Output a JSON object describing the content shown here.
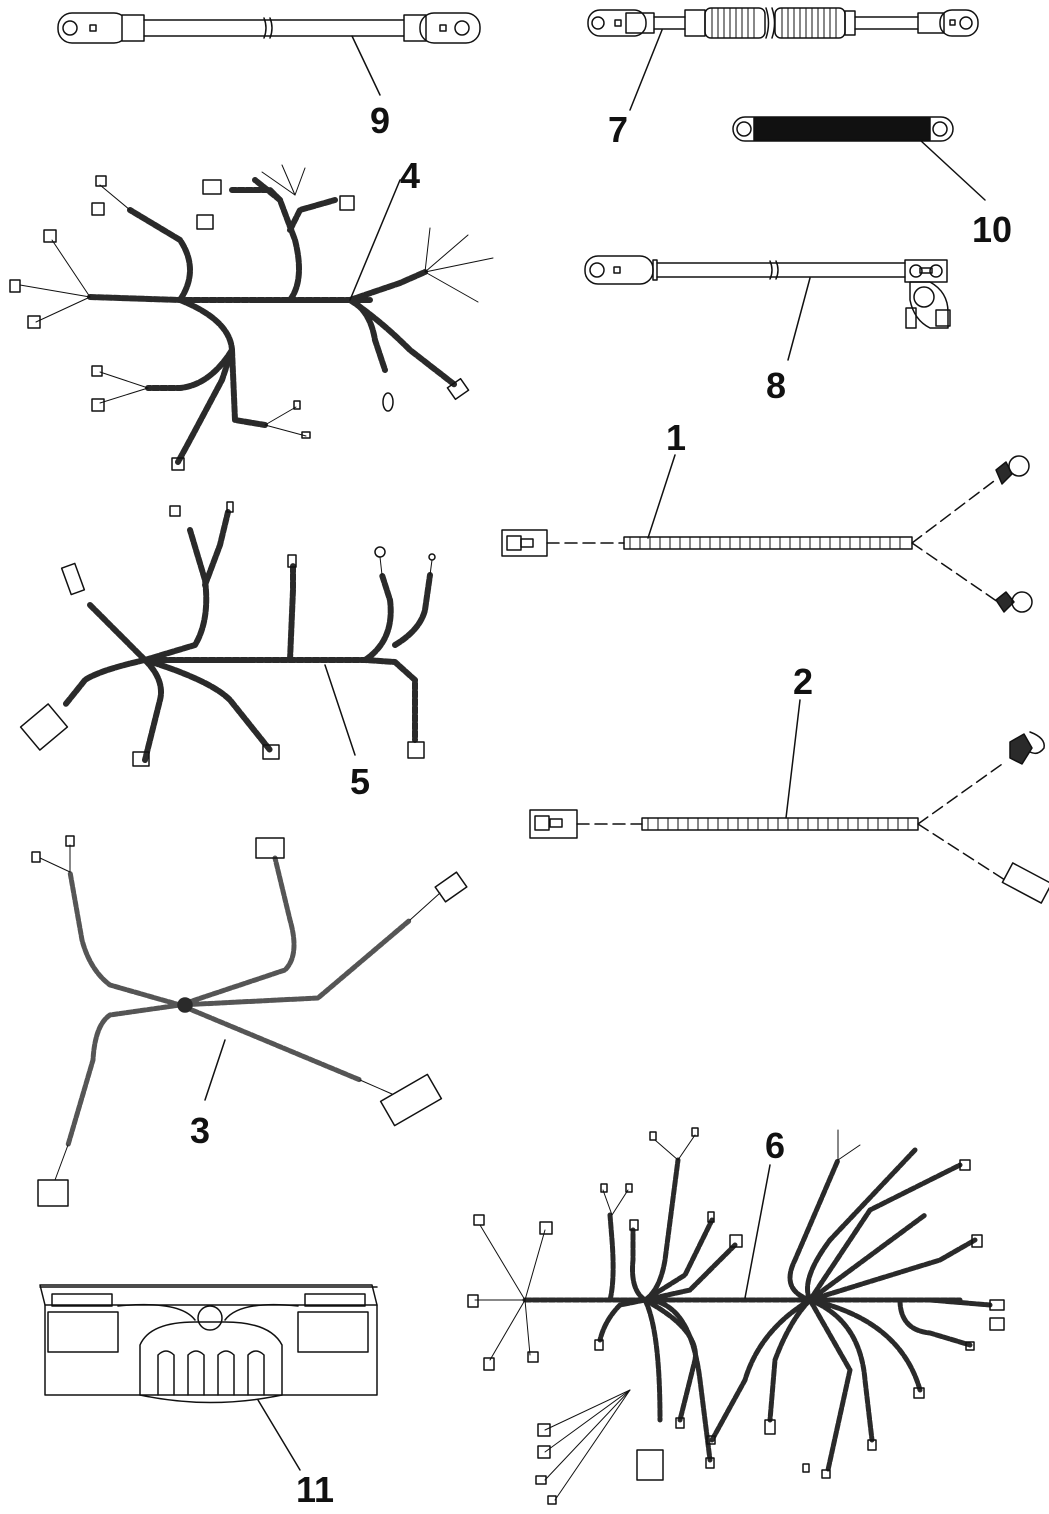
{
  "diagram": {
    "colors": {
      "ink": "#111111",
      "harness": "#2a2a2a",
      "sleeve": "#666666",
      "paper": "#ffffff"
    },
    "callouts": [
      {
        "id": "c9",
        "number": "9"
      },
      {
        "id": "c7",
        "number": "7"
      },
      {
        "id": "c4",
        "number": "4"
      },
      {
        "id": "c10",
        "number": "10"
      },
      {
        "id": "c8",
        "number": "8"
      },
      {
        "id": "c1",
        "number": "1"
      },
      {
        "id": "c2",
        "number": "2"
      },
      {
        "id": "c5",
        "number": "5"
      },
      {
        "id": "c3",
        "number": "3"
      },
      {
        "id": "c6",
        "number": "6"
      },
      {
        "id": "c11",
        "number": "11"
      }
    ]
  }
}
